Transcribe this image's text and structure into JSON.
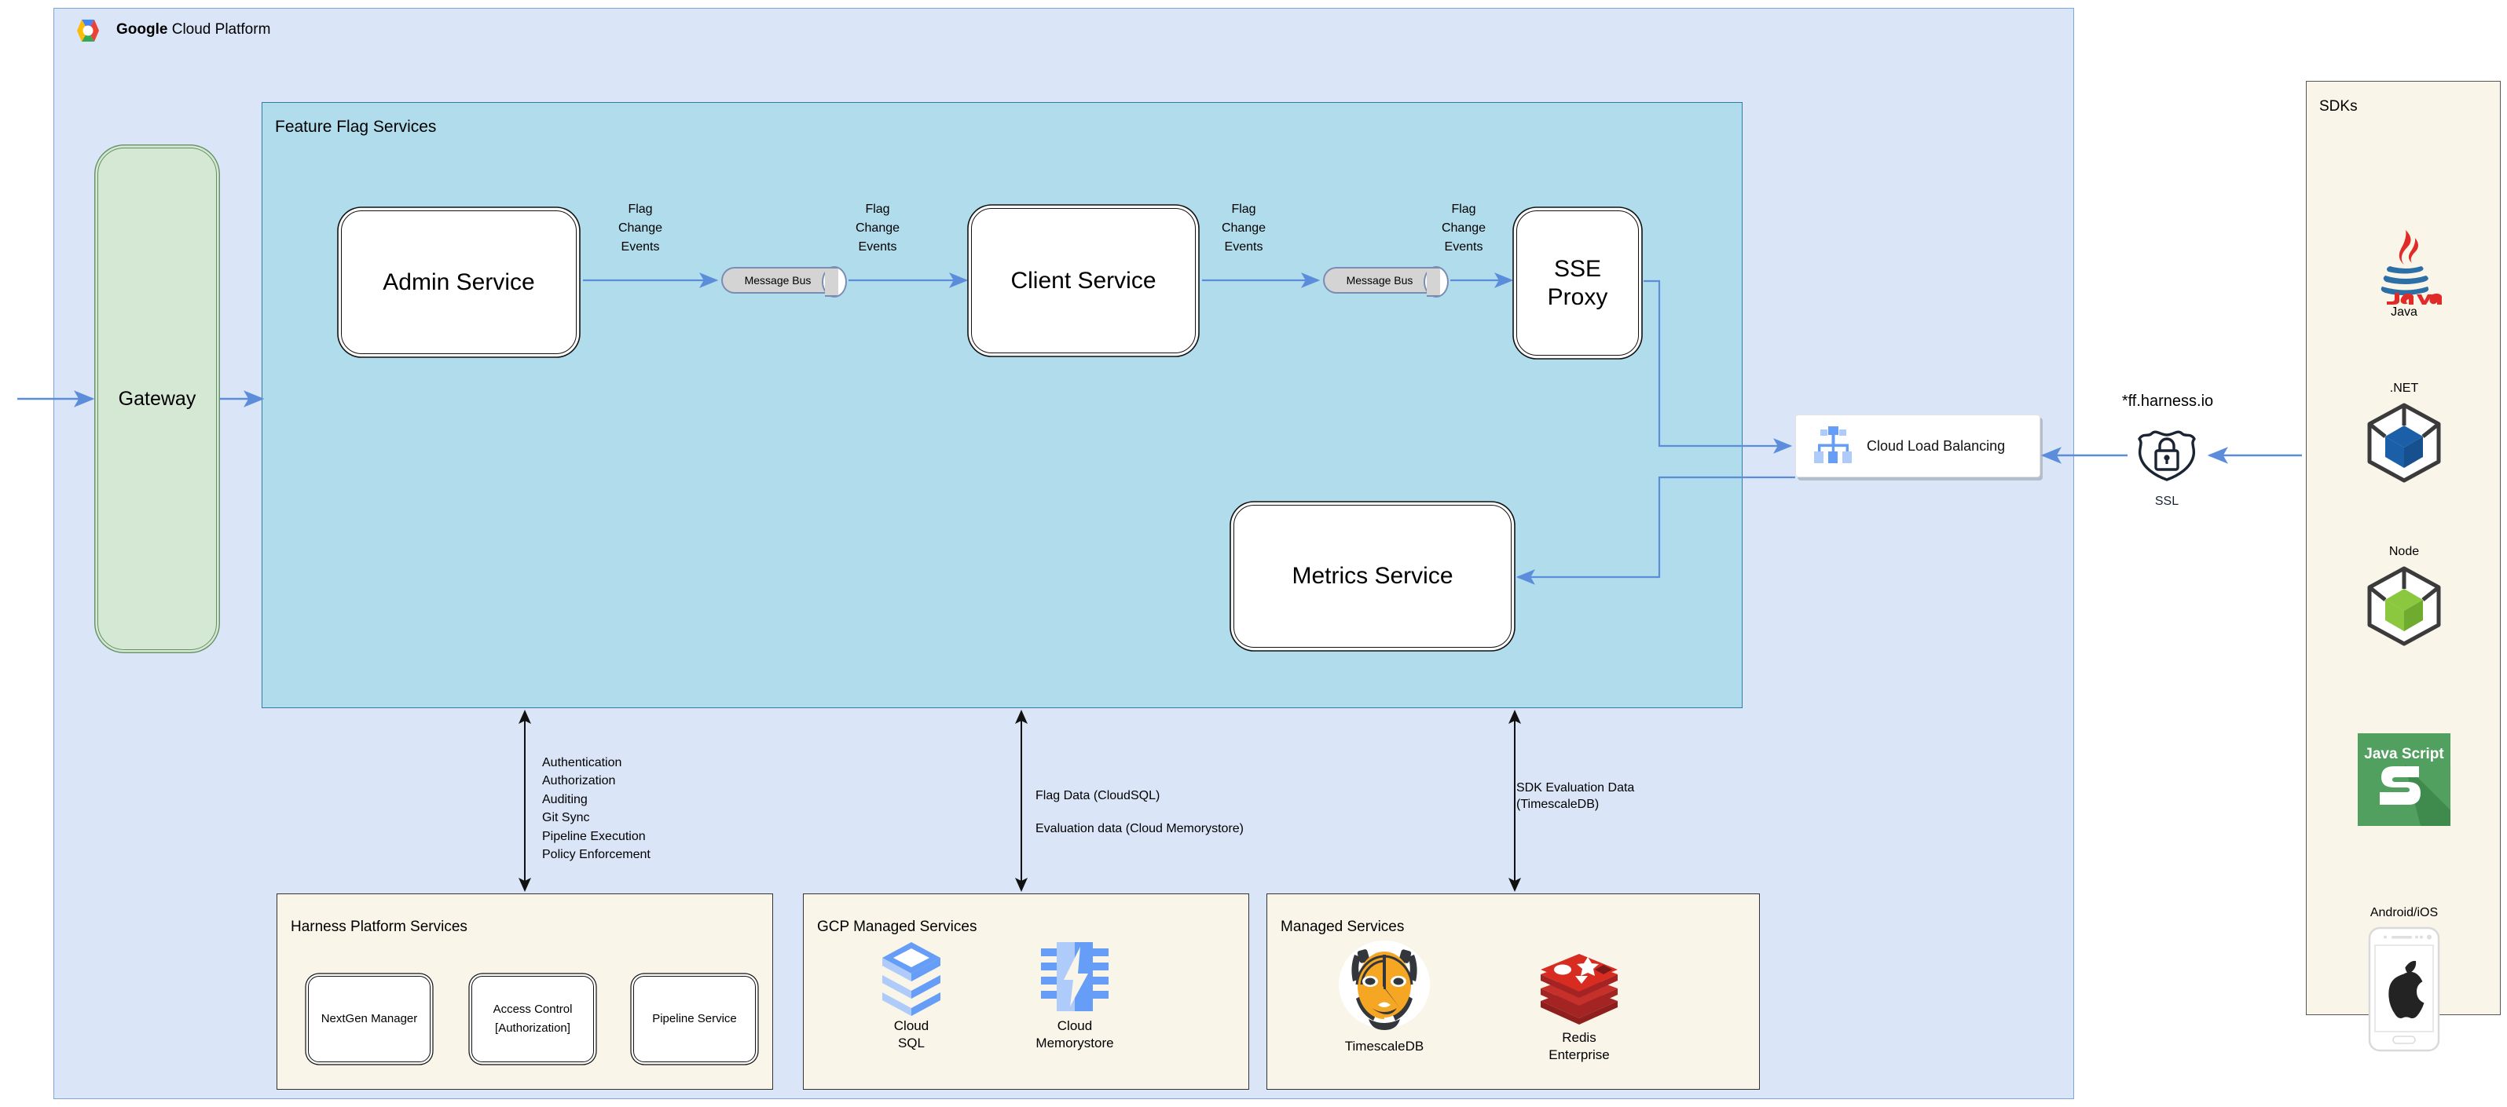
{
  "gcp": {
    "title_bold": "Google",
    "title_rest": " Cloud Platform",
    "logo_icon": "google-cloud-logo"
  },
  "feature_flag_services": {
    "title": "Feature Flag Services",
    "services": {
      "admin": "Admin Service",
      "client": "Client Service",
      "sse_proxy": "SSE\nProxy",
      "sse_proxy_line1": "SSE",
      "sse_proxy_line2": "Proxy",
      "metrics": "Metrics Service"
    },
    "message_bus_label": "Message Bus",
    "edge_labels": {
      "flag_change_events": "Flag\nChange\nEvents",
      "e1": "Flag Change Events",
      "e2": "Flag Change Events",
      "e3": "Flag Change Events",
      "e4": "Flag Change Events"
    }
  },
  "gateway": {
    "label": "Gateway"
  },
  "load_balancer": {
    "label": "Cloud Load Balancing",
    "icon": "cloud-load-balancing-icon"
  },
  "ssl": {
    "domain": "*ff.harness.io",
    "label": "SSL",
    "icon": "shield-lock-icon"
  },
  "annotations": {
    "harness_capabilities": [
      "Authentication",
      "Authorization",
      "Auditing",
      "Git Sync",
      "Pipeline Execution",
      "Policy Enforcement"
    ],
    "gcp_data_line1": "Flag Data (CloudSQL)",
    "gcp_data_line2": "Evaluation data (Cloud Memorystore)",
    "managed_data_line1": "SDK Evaluation Data",
    "managed_data_line2": "(TimescaleDB)"
  },
  "harness_platform_services": {
    "title": "Harness Platform Services",
    "items": [
      {
        "label": "NextGen Manager"
      },
      {
        "label_line1": "Access Control",
        "label_line2": "[Authorization]"
      },
      {
        "label": "Pipeline Service"
      }
    ]
  },
  "gcp_managed_services": {
    "title": "GCP Managed Services",
    "items": [
      {
        "line1": "Cloud",
        "line2": "SQL",
        "icon": "cloud-sql-icon"
      },
      {
        "line1": "Cloud",
        "line2": "Memorystore",
        "icon": "cloud-memorystore-icon"
      }
    ]
  },
  "managed_services": {
    "title": "Managed Services",
    "items": [
      {
        "line1": "TimescaleDB",
        "line2": "",
        "icon": "timescaledb-tiger-icon"
      },
      {
        "line1": "Redis",
        "line2": "Enterprise",
        "icon": "redis-icon"
      }
    ]
  },
  "sdks": {
    "title": "SDKs",
    "items": [
      {
        "label": "",
        "caption_below": "Java",
        "icon": "java-icon"
      },
      {
        "label": ".NET",
        "icon": "dotnet-cube-icon"
      },
      {
        "label": "Node",
        "icon": "node-cube-icon"
      },
      {
        "label": "",
        "icon": "javascript-icon",
        "icon_text_top": "Java Script",
        "icon_text_main": "S"
      },
      {
        "label": "Android/iOS",
        "icon": "mobile-apple-icon"
      }
    ]
  },
  "colors": {
    "gcp_panel_bg": "#dae6f8",
    "ffs_panel_bg": "#b0dcec",
    "panel_cream_bg": "#f9f5e9",
    "gateway_green": "#d5e8d4",
    "arrow_blue": "#5b8ddb",
    "redis_red": "#c6302b",
    "tiger_orange": "#f5a623"
  }
}
